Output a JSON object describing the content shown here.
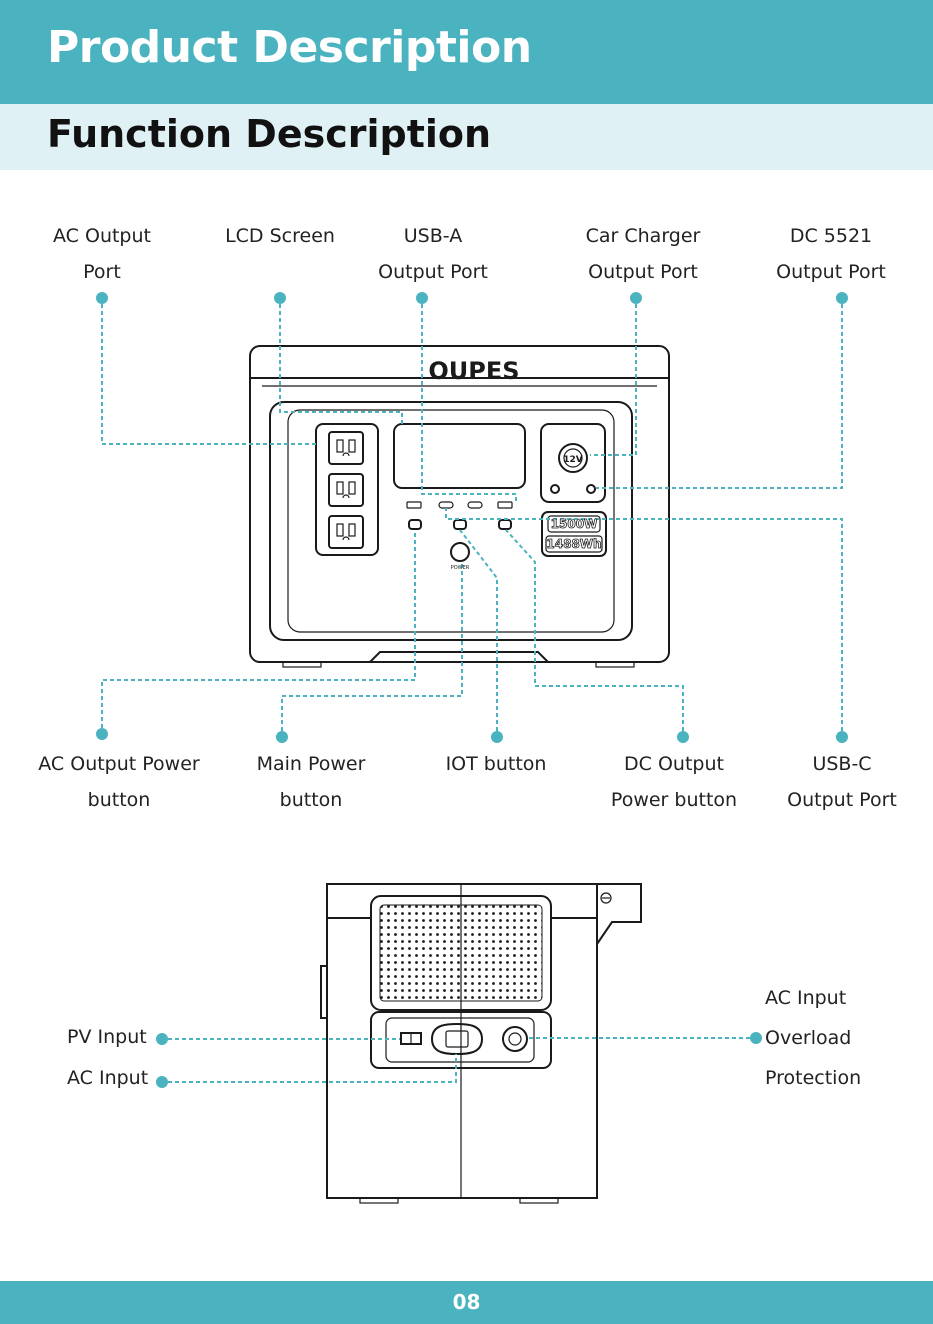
{
  "header": {
    "title": "Product Description",
    "section": "Function Description"
  },
  "device_front": {
    "brand": "OUPES",
    "car_port_label": "12V",
    "power_button_label": "POWER",
    "rating_watts": "1500W",
    "rating_capacity": "1488Wh"
  },
  "front_labels_top": [
    {
      "line1": "AC Output",
      "line2": "Port"
    },
    {
      "line1": "LCD Screen",
      "line2": ""
    },
    {
      "line1": "USB-A",
      "line2": "Output Port"
    },
    {
      "line1": "Car Charger",
      "line2": "Output Port"
    },
    {
      "line1": "DC 5521",
      "line2": "Output Port"
    }
  ],
  "front_labels_bottom": [
    {
      "line1": "AC Output Power",
      "line2": "button"
    },
    {
      "line1": "Main Power",
      "line2": "button"
    },
    {
      "line1": "IOT button",
      "line2": ""
    },
    {
      "line1": "DC Output",
      "line2": "Power button"
    },
    {
      "line1": "USB-C",
      "line2": "Output Port"
    }
  ],
  "side_labels_left": [
    {
      "text": "PV Input"
    },
    {
      "text": "AC Input"
    }
  ],
  "side_labels_right": [
    {
      "text": "AC Input"
    },
    {
      "text": "Overload"
    },
    {
      "text": "Protection"
    }
  ],
  "footer": {
    "page_number": "08"
  },
  "colors": {
    "accent": "#4bb3bf",
    "section_band": "#dff1f4",
    "line_art": "#1a1a1a"
  }
}
